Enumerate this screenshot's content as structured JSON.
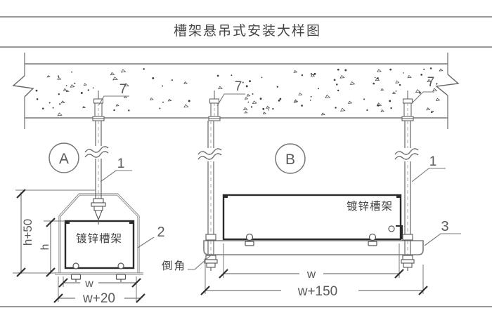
{
  "title": "槽架悬吊式安装大样图",
  "callouts": {
    "detail_a": "A",
    "detail_b": "B",
    "rod_a": "1",
    "rod_b": "1",
    "hanger_bracket": "2",
    "support_channel": "3",
    "anchor_left": "7",
    "anchor_mid": "7",
    "anchor_right": "7"
  },
  "annotations": {
    "tray_a": "镀锌槽架",
    "tray_b": "镀锌槽架",
    "chamfer": "倒角"
  },
  "dimensions": {
    "a_outer_height": "h+50",
    "a_inner_height": "h",
    "a_inner_width": "w",
    "a_outer_width": "w+20",
    "b_inner_width": "w",
    "b_outer_width": "w+150"
  },
  "colors": {
    "thin_line": "#777777",
    "dark_line": "#2b2b2b",
    "tick": "#2e2e2e",
    "text": "#5a5a5a",
    "background": "#ffffff"
  }
}
